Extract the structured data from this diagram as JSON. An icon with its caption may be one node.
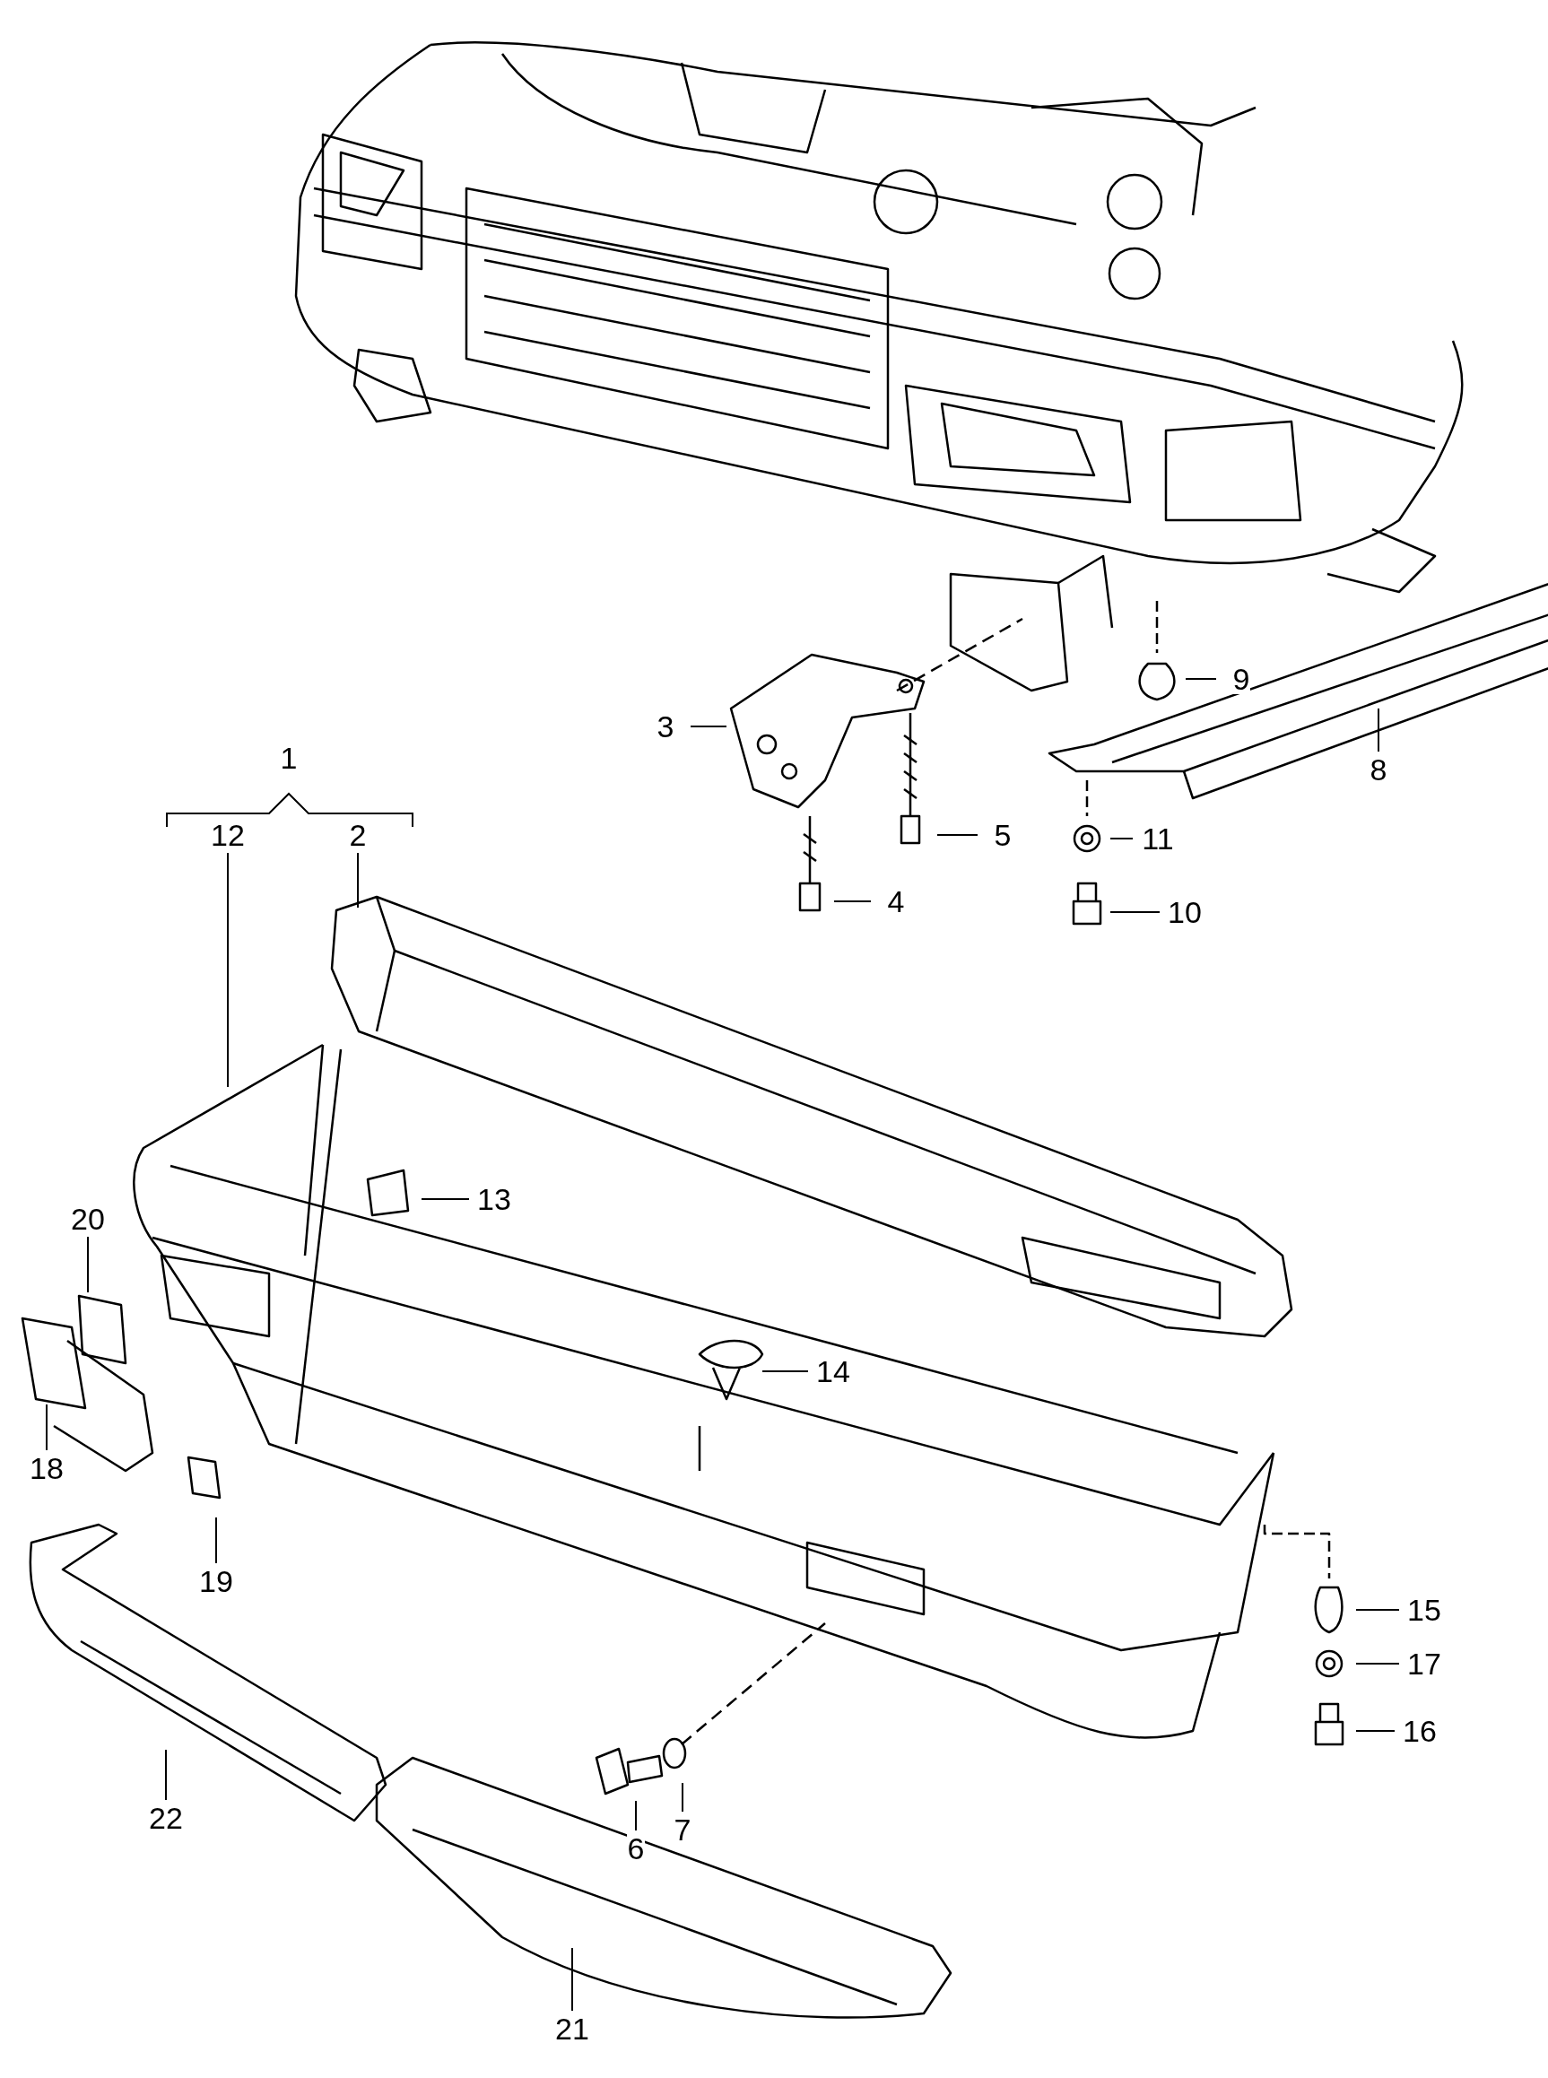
{
  "diagram": {
    "nodes": [
      {
        "text": [
          "9"
        ]
      },
      {
        "text": [
          "3"
        ]
      },
      {
        "text": [
          "1"
        ]
      },
      {
        "text": [
          "8"
        ]
      },
      {
        "text": [
          "5"
        ]
      },
      {
        "text": [
          "11"
        ]
      },
      {
        "text": [
          "4"
        ]
      },
      {
        "text": [
          "10"
        ]
      },
      {
        "text": [
          "12"
        ]
      },
      {
        "text": [
          "2"
        ]
      },
      {
        "text": [
          "13"
        ]
      },
      {
        "text": [
          "20"
        ]
      },
      {
        "text": [
          "14"
        ]
      },
      {
        "text": [
          "18"
        ]
      },
      {
        "text": [
          "19"
        ]
      },
      {
        "text": [
          "15"
        ]
      },
      {
        "text": [
          "17"
        ]
      },
      {
        "text": [
          "16"
        ]
      },
      {
        "text": [
          "7"
        ]
      },
      {
        "text": [
          "22"
        ]
      },
      {
        "text": [
          "6"
        ]
      },
      {
        "text": [
          "21"
        ]
      }
    ],
    "edges": [
      {
        "from": 0,
        "to": null,
        "arrow": "none"
      },
      {
        "from": 1,
        "to": null,
        "arrow": "none"
      },
      {
        "from": 3,
        "to": null,
        "arrow": "none"
      },
      {
        "from": 4,
        "to": null,
        "arrow": "none"
      },
      {
        "from": 5,
        "to": null,
        "arrow": "none"
      },
      {
        "from": 6,
        "to": null,
        "arrow": "none"
      },
      {
        "from": 7,
        "to": null,
        "arrow": "none"
      },
      {
        "from": 8,
        "to": null,
        "arrow": "none"
      },
      {
        "from": 9,
        "to": null,
        "arrow": "none"
      },
      {
        "from": 10,
        "to": null,
        "arrow": "none"
      },
      {
        "from": 11,
        "to": null,
        "arrow": "none"
      },
      {
        "from": 12,
        "to": null,
        "arrow": "none"
      },
      {
        "from": 13,
        "to": null,
        "arrow": "none"
      },
      {
        "from": 14,
        "to": null,
        "arrow": "none"
      },
      {
        "from": 15,
        "to": null,
        "arrow": "none"
      },
      {
        "from": 16,
        "to": null,
        "arrow": "none"
      },
      {
        "from": 17,
        "to": null,
        "arrow": "none"
      },
      {
        "from": 18,
        "to": null,
        "arrow": "none"
      },
      {
        "from": 19,
        "to": null,
        "arrow": "none"
      },
      {
        "from": 20,
        "to": null,
        "arrow": "none"
      },
      {
        "from": 21,
        "to": null,
        "arrow": "none"
      }
    ]
  }
}
